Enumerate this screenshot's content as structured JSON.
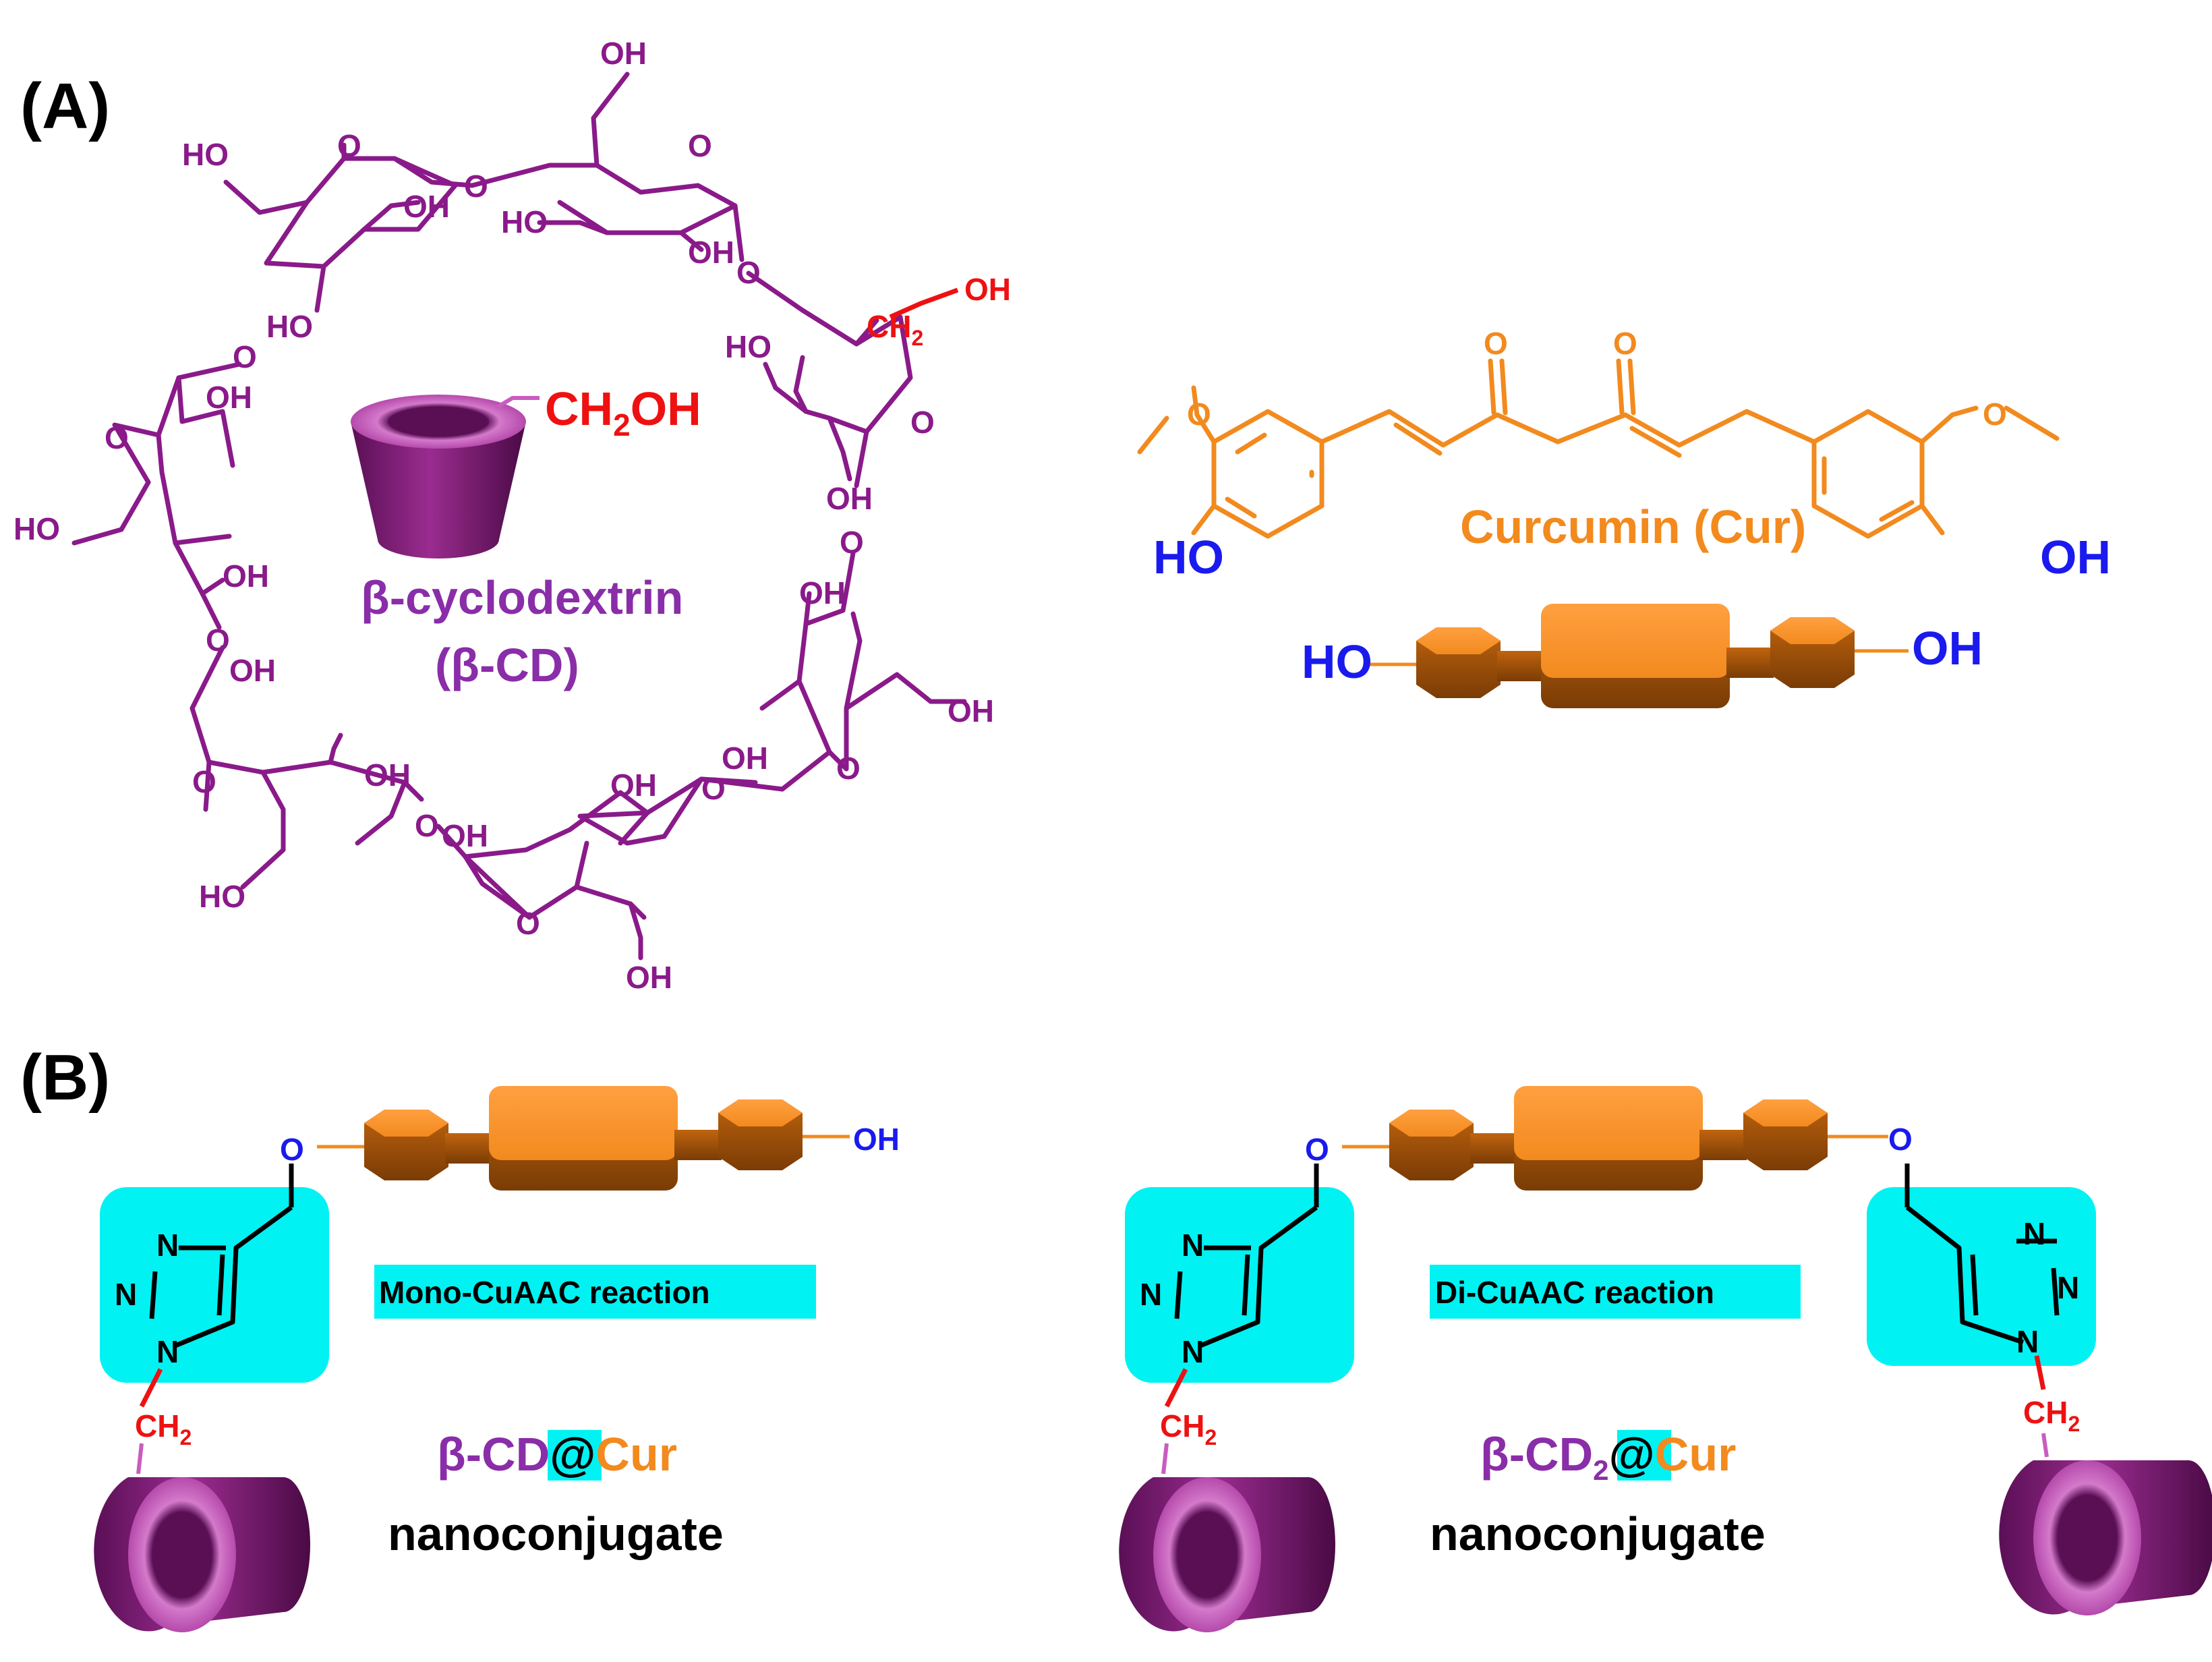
{
  "panels": {
    "a": "(A)",
    "b": "(B)"
  },
  "colors": {
    "cd": "#8a1a8a",
    "cd_body": "#8e1f82",
    "cd_rim": "#c95cc0",
    "cur": "#f28a1e",
    "oh_blue": "#1a1aee",
    "red": "#ee1111",
    "highlight": "#00f2f2",
    "black": "#000000"
  },
  "labels": {
    "oh": "OH",
    "ho": "HO",
    "o": "O",
    "n": "N",
    "ch2": "CH",
    "sub2": "2",
    "ch2oh_prefix": "CH",
    "ch2oh_suffix": "OH",
    "beta_cd_line1": "β-cyclodextrin",
    "beta_cd_line2": "(β-CD)",
    "curcumin": "Curcumin (Cur)",
    "mono_reaction": "Mono-CuAAC reaction",
    "di_reaction": "Di-CuAAC reaction",
    "mono_product_cd": "β-CD",
    "at": "@",
    "cur_short": "Cur",
    "di_product_cd": "β-CD",
    "nanoconjugate": "nanoconjugate"
  }
}
